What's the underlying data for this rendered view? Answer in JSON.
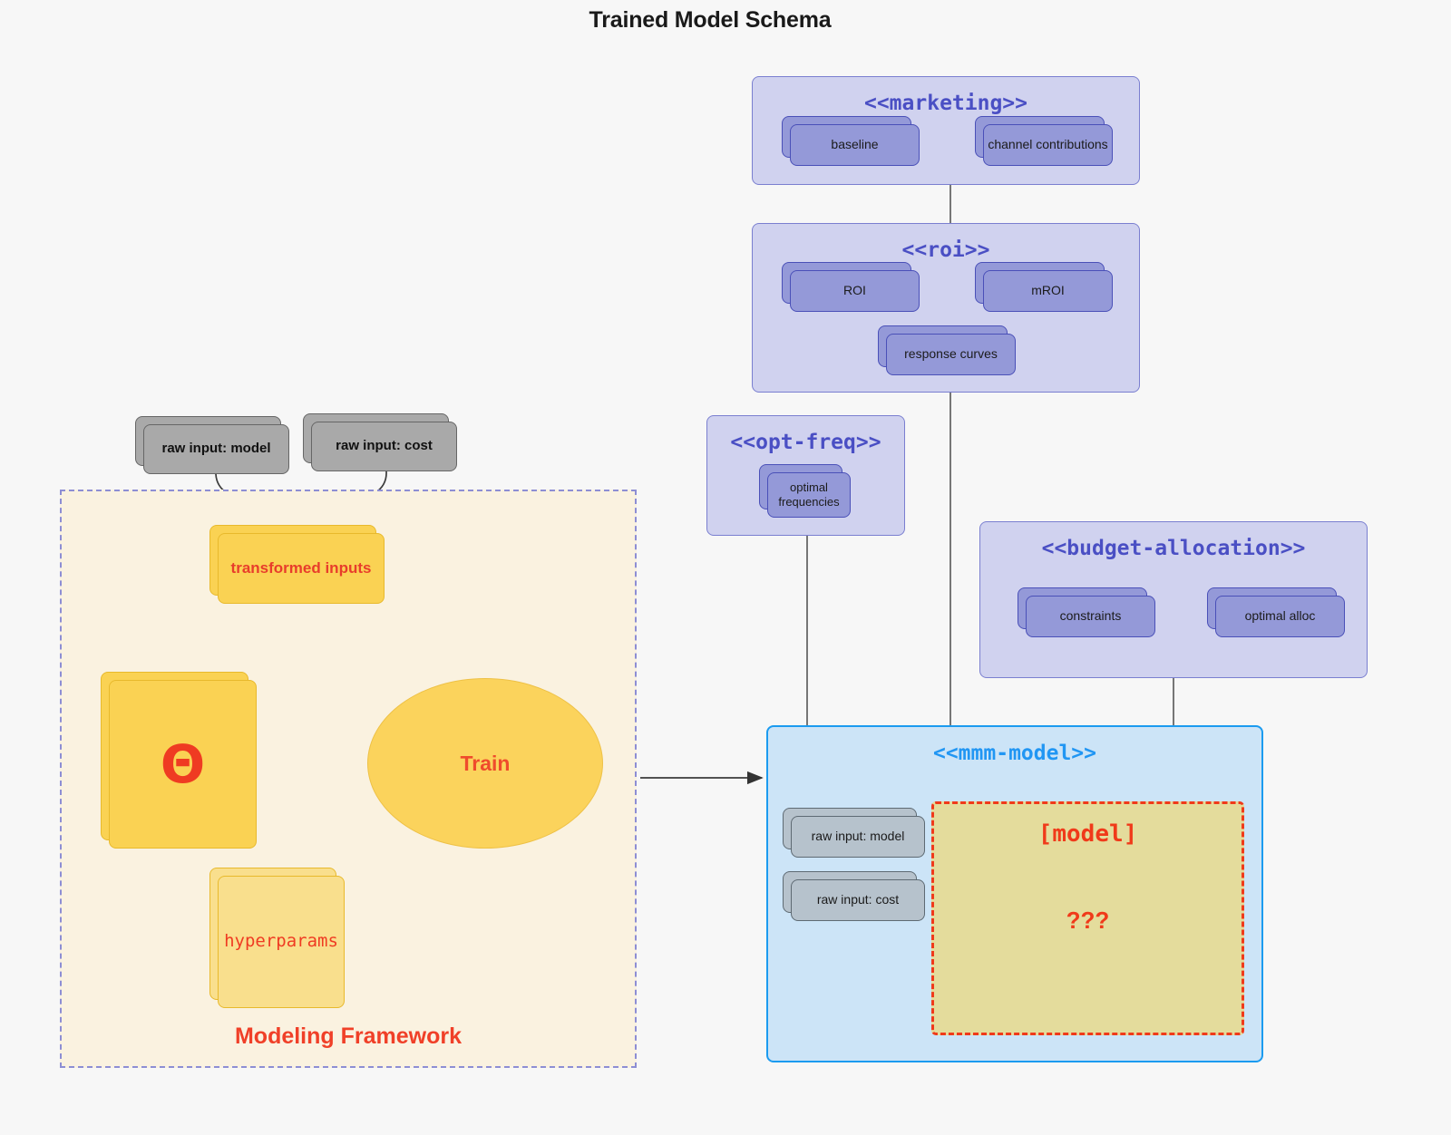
{
  "title": "Trained Model Schema",
  "colors": {
    "background": "#f7f7f7",
    "package_fill": "#d0d2ef",
    "package_stroke": "#7a7fd0",
    "package_title": "#4a4fc4",
    "card_purple": "#9499d8",
    "card_gray": "#a9a9a9",
    "card_gray_blue": "#b6c2cc",
    "yellow_strong": "#fad253",
    "yellow_soft": "#f9df8d",
    "yellow_stroke": "#e8b92c",
    "accent_red": "#f03a1a",
    "mmm_fill": "#cce4f7",
    "mmm_stroke": "#1b9bf0",
    "mmm_title": "#2196f3",
    "model_fill": "#e4dc9c",
    "framework_fill": "#faf2e0",
    "framework_stroke": "#8d8ed4",
    "edge_gray": "#555555"
  },
  "packages": {
    "marketing": {
      "title": "<<marketing>>",
      "nodes": [
        {
          "label": "baseline"
        },
        {
          "label": "channel contributions"
        }
      ]
    },
    "roi": {
      "title": "<<roi>>",
      "nodes": [
        {
          "label": "ROI"
        },
        {
          "label": "mROI"
        },
        {
          "label": "response curves"
        }
      ]
    },
    "opt_freq": {
      "title": "<<opt-freq>>",
      "nodes": [
        {
          "label": "optimal\nfrequencies",
          "line1": "optimal",
          "line2": "frequencies"
        }
      ]
    },
    "budget_allocation": {
      "title": "<<budget-allocation>>",
      "nodes": [
        {
          "label": "constraints"
        },
        {
          "label": "optimal alloc"
        }
      ]
    }
  },
  "mmm_model": {
    "title": "<<mmm-model>>",
    "inputs": [
      {
        "label": "raw input: model"
      },
      {
        "label": "raw input: cost"
      }
    ],
    "model_box": {
      "label": "[model]",
      "unknown": "???"
    }
  },
  "framework": {
    "label": "Modeling Framework",
    "raw_inputs": [
      {
        "label": "raw input: model"
      },
      {
        "label": "raw input: cost"
      }
    ],
    "transformed": {
      "label": "transformed inputs"
    },
    "theta": {
      "glyph": "Θ"
    },
    "hyperparams": {
      "label": "hyperparams"
    },
    "train": {
      "label": "Train"
    }
  }
}
